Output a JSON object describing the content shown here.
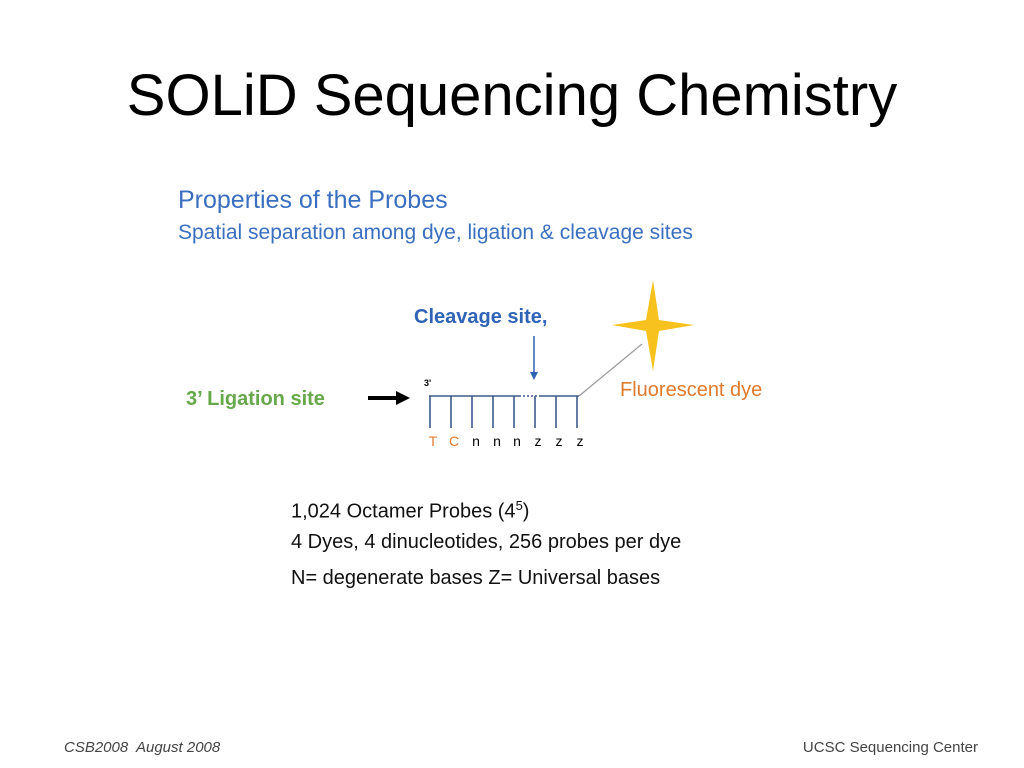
{
  "slide": {
    "title": "SOLiD Sequencing Chemistry"
  },
  "panel": {
    "title": "Properties of the Probes",
    "subtitle": "Spatial separation among dye, ligation & cleavage sites"
  },
  "diagram": {
    "cleavage_label": "Cleavage site,",
    "ligation_label": "3’ Ligation site",
    "dye_label": "Fluorescent dye",
    "end_label": "3'",
    "bases": [
      "T",
      "C",
      "n",
      "n",
      "n",
      "z",
      "z",
      "z"
    ],
    "icons": [
      "arrow-right-icon",
      "arrow-down-icon",
      "star-icon"
    ],
    "colors": {
      "blue": "#2f63b6",
      "green": "#67a84a",
      "orange": "#e07a2e",
      "star": "#f7c21d",
      "probe": "#3d5a8c"
    }
  },
  "facts": {
    "probes_main": "1,024 Octamer Probes (4",
    "probes_exp": "5",
    "probes_close": ")",
    "dyes": "4 Dyes, 4 dinucleotides, 256 probes per dye",
    "bases_note": "N= degenerate bases Z= Universal bases"
  },
  "footer": {
    "left": "CSB2008  August 2008",
    "right": "UCSC Sequencing Center"
  }
}
